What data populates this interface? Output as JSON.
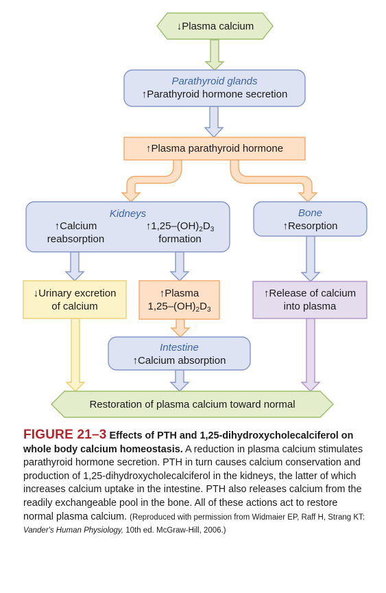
{
  "diagram": {
    "start": "↓Plasma calcium",
    "parathyroid": {
      "organ": "Parathyroid glands",
      "effect": "↑Parathyroid hormone secretion"
    },
    "pth_plasma": "↑Plasma parathyroid hormone",
    "kidneys": {
      "organ": "Kidneys",
      "left_l1": "↑Calcium",
      "left_l2": "reabsorption",
      "right_l1a": "↑1,25–(OH)",
      "right_sub1": "2",
      "right_l1b": "D",
      "right_sub2": "3",
      "right_l2": "formation"
    },
    "bone": {
      "organ": "Bone",
      "effect": "↑Resorption"
    },
    "urinary": {
      "l1": "↓Urinary excretion",
      "l2": "of calcium"
    },
    "plasma_d3": {
      "l1": "↑Plasma",
      "l2a": "1,25–(OH)",
      "sub1": "2",
      "l2b": "D",
      "sub2": "3"
    },
    "release": {
      "l1": "↑Release of calcium",
      "l2": "into plasma"
    },
    "intestine": {
      "organ": "Intestine",
      "effect": "↑Calcium absorption"
    },
    "end": "Restoration of plasma calcium toward normal"
  },
  "caption": {
    "figure_number": "FIGURE 21–3",
    "title": "Effects of PTH and 1,25-dihydroxycholecalciferol on whole body calcium homeostasis.",
    "body": "A reduction in plasma calcium stimulates parathyroid hormone secretion. PTH in turn causes calcium conservation and production of 1,25-dihydroxycholecalciferol in the kidneys, the latter of which increases calcium uptake in the intestine. PTH also releases calcium from the readily exchangeable pool in the bone. All of these actions act to restore normal plasma calcium.",
    "credit_prefix": "(Reproduced with permission from Widmaier EP, Raff H, Strang KT: ",
    "credit_title": "Vander's Human Physiology,",
    "credit_suffix": " 10th ed. McGraw-Hill, 2006.)"
  },
  "colors": {
    "green_fill": "#e3edcc",
    "green_stroke": "#9dbd6a",
    "blue_fill": "#dde3f2",
    "blue_stroke": "#8595c6",
    "orange_fill": "#fde0c6",
    "orange_stroke": "#f1a867",
    "yellow_fill": "#fdf3c8",
    "yellow_stroke": "#e8cf72",
    "purple_fill": "#e5dcee",
    "purple_stroke": "#ad93c6",
    "organ_text": "#3d64a8",
    "figure_red": "#b3242c"
  }
}
